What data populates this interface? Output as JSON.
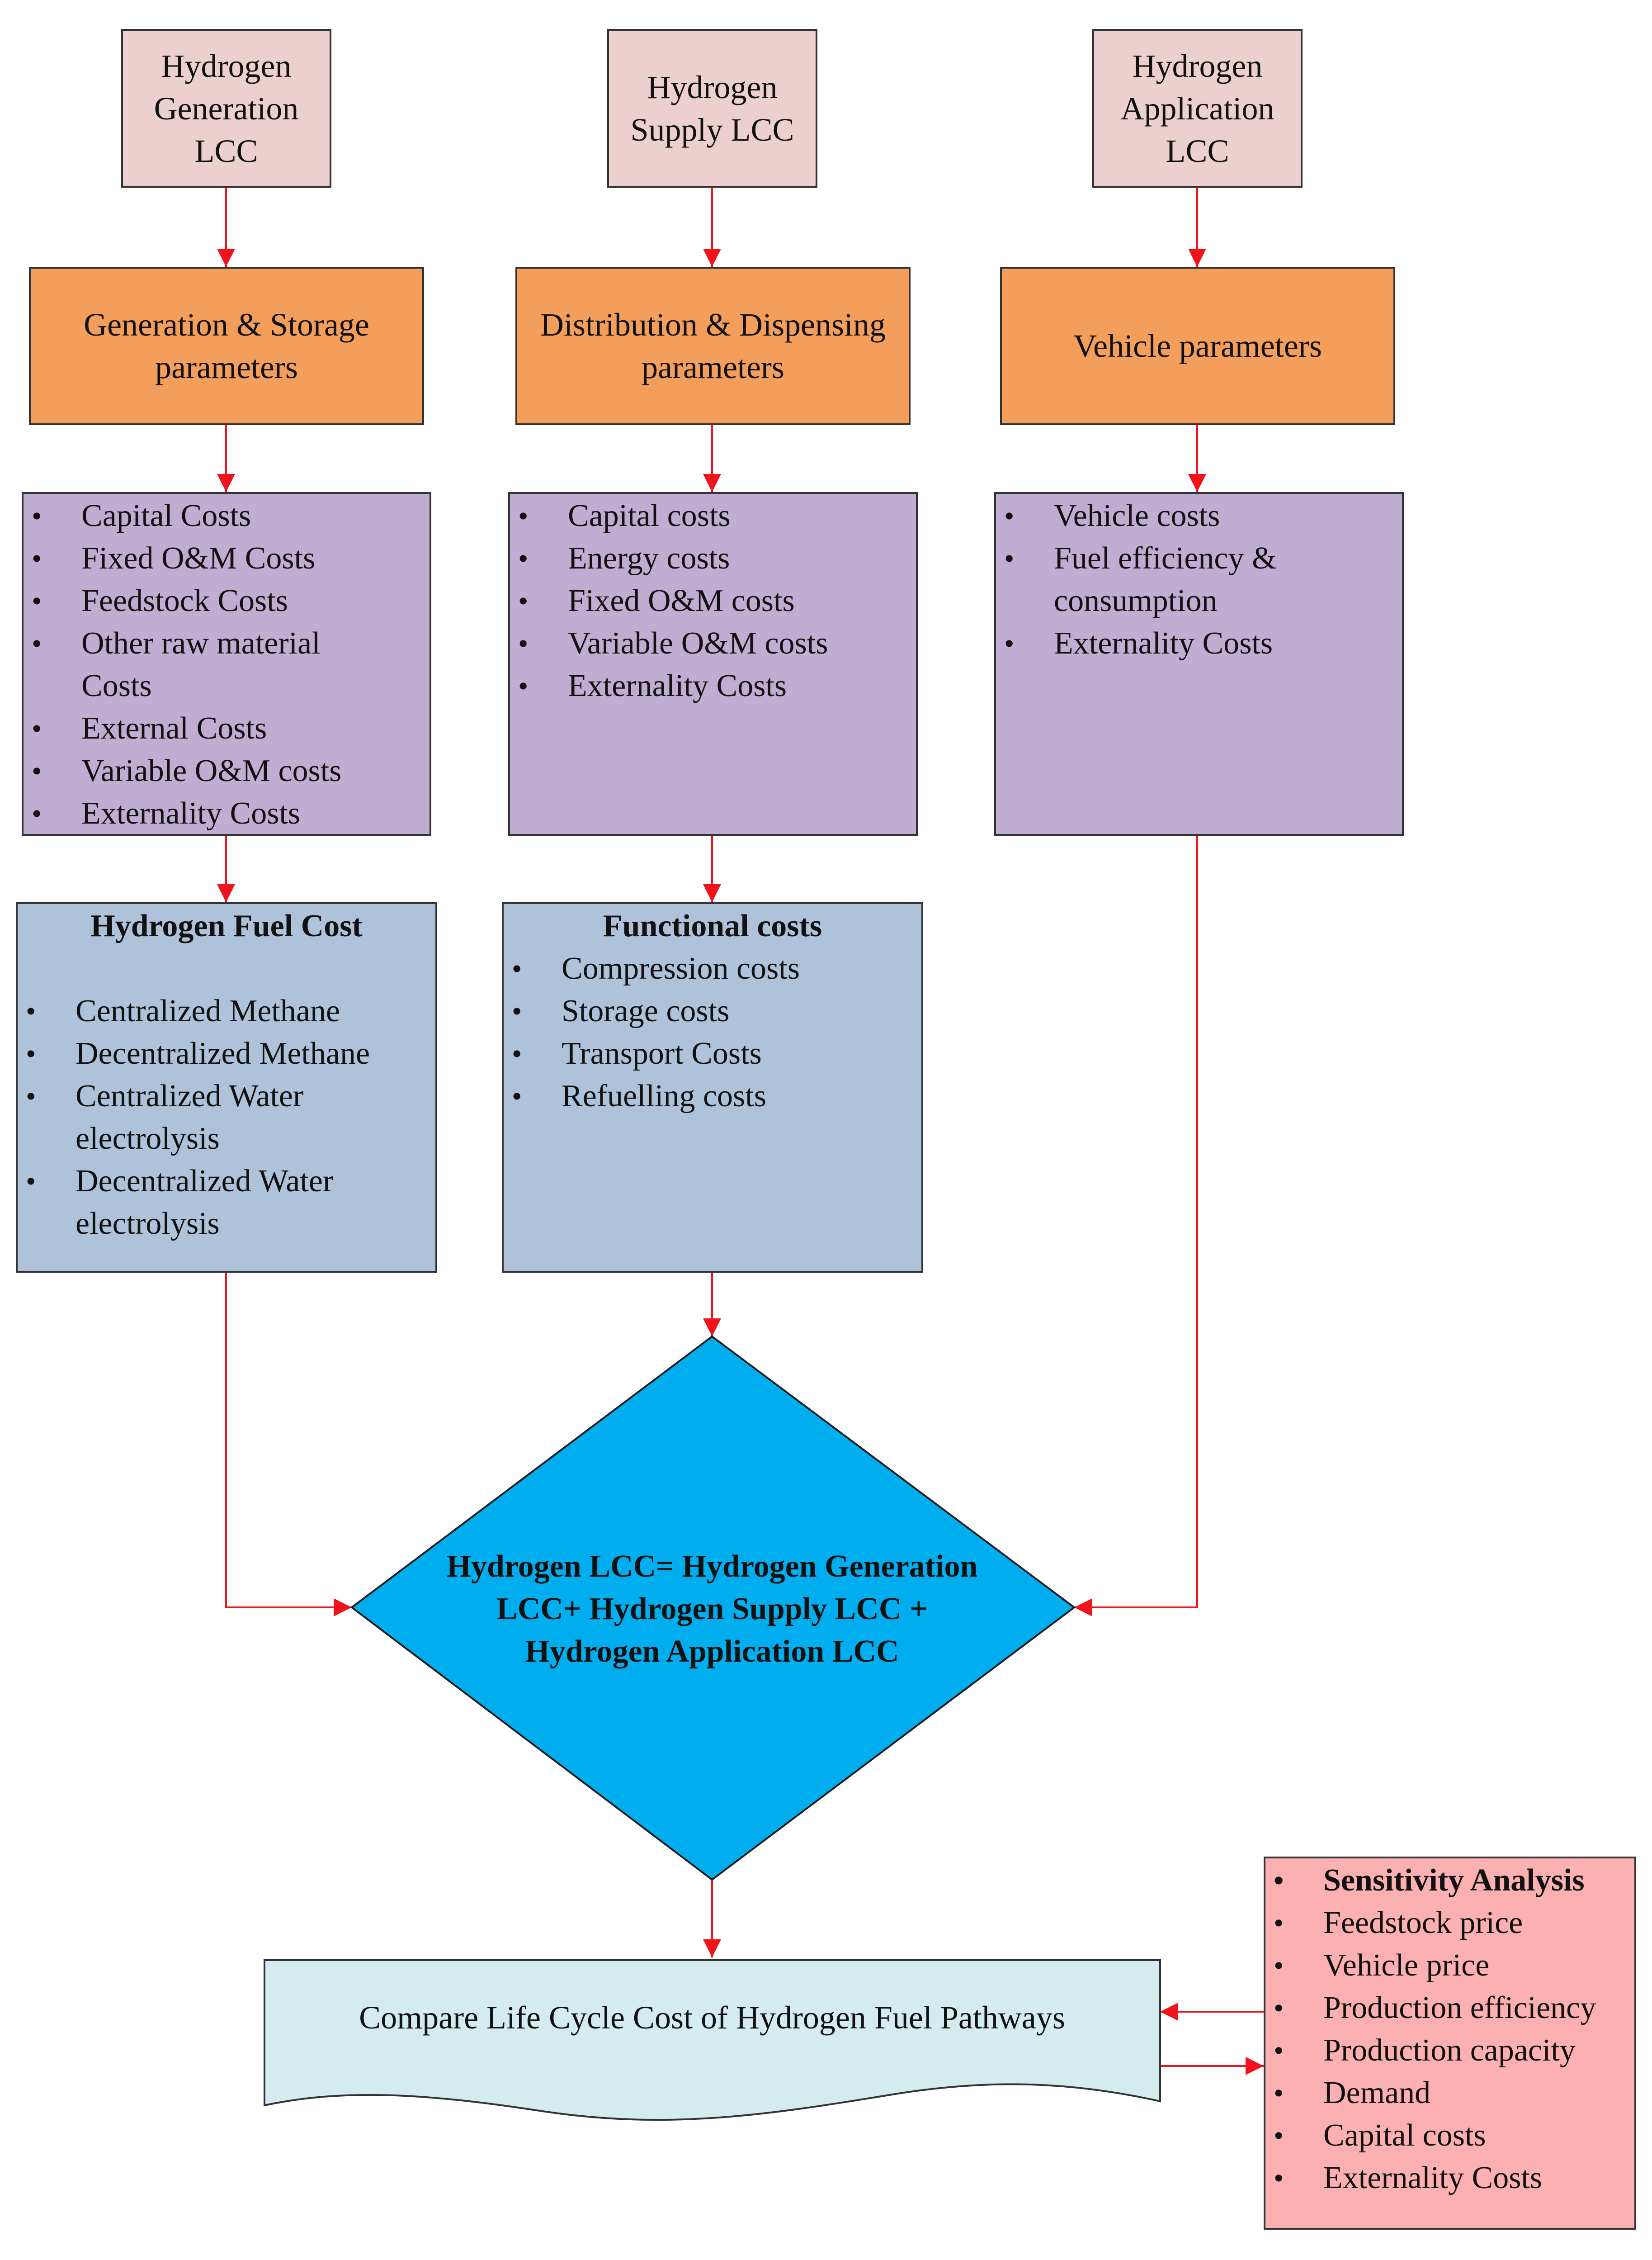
{
  "top_boxes": {
    "generation": "Hydrogen Generation LCC",
    "supply": "Hydrogen Supply LCC",
    "application": "Hydrogen Application LCC"
  },
  "parameter_boxes": {
    "generation": "Generation & Storage parameters",
    "supply": "Distribution & Dispensing parameters",
    "application": "Vehicle parameters"
  },
  "cost_lists": {
    "generation": [
      "Capital Costs",
      "Fixed O&M Costs",
      "Feedstock Costs",
      "Other raw material Costs",
      "External Costs",
      "Variable O&M costs",
      "Externality Costs"
    ],
    "supply": [
      "Capital costs",
      "Energy costs",
      "Fixed O&M costs",
      "Variable O&M costs",
      "Externality Costs"
    ],
    "application": [
      "Vehicle  costs",
      "Fuel efficiency & consumption",
      "Externality Costs"
    ]
  },
  "fuel_cost": {
    "title": "Hydrogen Fuel Cost",
    "items": [
      "Centralized Methane",
      "Decentralized Methane",
      "Centralized Water electrolysis",
      "Decentralized Water electrolysis"
    ]
  },
  "functional_costs": {
    "title": "Functional costs",
    "items": [
      "Compression costs",
      "Storage costs",
      "Transport Costs",
      "Refuelling costs"
    ]
  },
  "formula": {
    "line1": "Hydrogen LCC= Hydrogen Generation",
    "line2": "LCC+ Hydrogen Supply LCC +",
    "line3": "Hydrogen Application LCC"
  },
  "compare": "Compare Life Cycle Cost of Hydrogen Fuel Pathways",
  "sensitivity": {
    "title": "Sensitivity Analysis",
    "items": [
      "Feedstock price",
      "Vehicle price",
      "Production efficiency",
      "Production capacity",
      "Demand",
      "Capital costs",
      "Externality Costs"
    ]
  },
  "colors": {
    "arrow": "#f0131b",
    "diamond": "#00aeef",
    "pink": "#ecd0cf",
    "orange": "#f39f5b",
    "purple": "#bfaed2",
    "blue": "#aec2da",
    "document": "#d4ebef",
    "sensitivity": "#fdb0b1"
  }
}
